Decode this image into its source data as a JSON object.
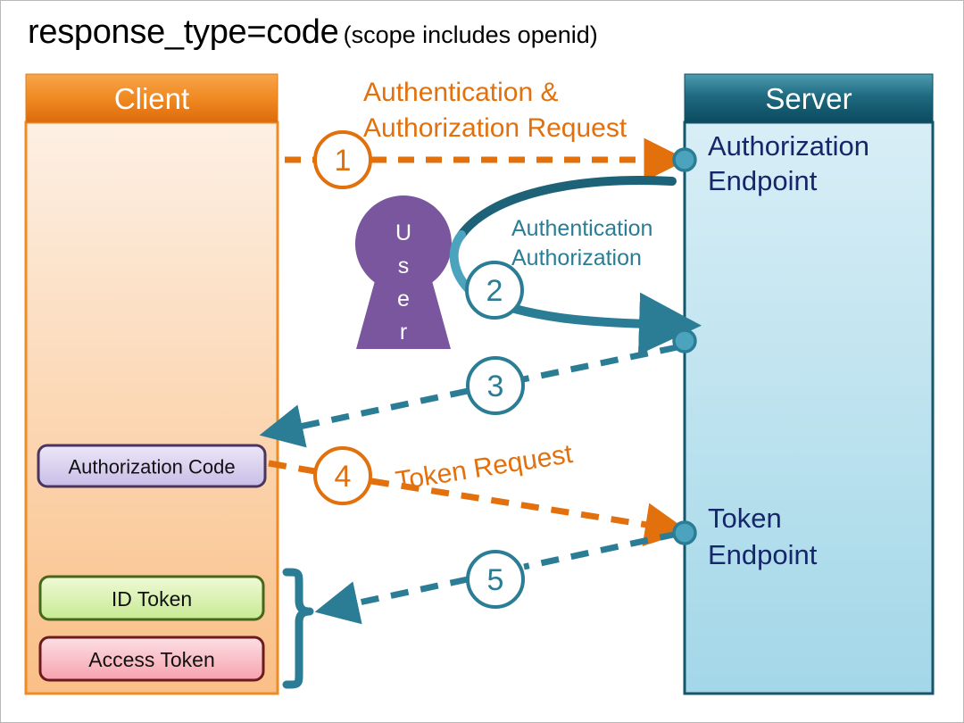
{
  "title": {
    "main": "response_type=code",
    "sub": "(scope includes openid)"
  },
  "colors": {
    "orange": "#e2700d",
    "orange_dark": "#d2640a",
    "teal": "#2a7d95",
    "teal_dark": "#1d6277",
    "navy": "#16266b",
    "purple": "#7a569f",
    "client_header_top": "#f59331",
    "client_header_bottom": "#e06f10",
    "client_body_top": "#fdeee0",
    "client_body_bottom": "#fac189",
    "server_header_top": "#3f8ea3",
    "server_header_bottom": "#0d4f63",
    "server_body_top": "#d6edf5",
    "server_body_bottom": "#a5d8e8"
  },
  "client": {
    "header": "Client",
    "boxes": [
      {
        "label": "Authorization Code",
        "fill_top": "#e8e2f6",
        "fill_bottom": "#cabfe8",
        "stroke": "#4a3560"
      },
      {
        "label": "ID Token",
        "fill_top": "#edf9d4",
        "fill_bottom": "#caeb95",
        "stroke": "#46661a"
      },
      {
        "label": "Access Token",
        "fill_top": "#fbdde2",
        "fill_bottom": "#f7a4b0",
        "stroke": "#6d1a1f"
      }
    ]
  },
  "server": {
    "header": "Server",
    "endpoints": [
      {
        "line1": "Authorization",
        "line2": "Endpoint"
      },
      {
        "line1": "Token",
        "line2": "Endpoint"
      }
    ]
  },
  "user": {
    "letters": [
      "U",
      "s",
      "e",
      "r"
    ],
    "label": "User"
  },
  "flows": [
    {
      "step": "1",
      "label_lines": [
        "Authentication &",
        "Authorization Request"
      ],
      "color": "orange",
      "direction": "client-to-server",
      "style": "dashed"
    },
    {
      "step": "2",
      "label_lines": [
        "Authentication",
        "Authorization"
      ],
      "color": "teal",
      "direction": "server-to-user-to-server",
      "style": "solid"
    },
    {
      "step": "3",
      "label_lines": [],
      "color": "teal",
      "direction": "server-to-client",
      "style": "dashed"
    },
    {
      "step": "4",
      "label_lines": [
        "Token Request"
      ],
      "color": "orange",
      "direction": "client-to-server",
      "style": "dashed"
    },
    {
      "step": "5",
      "label_lines": [],
      "color": "teal",
      "direction": "server-to-client",
      "style": "dashed"
    }
  ]
}
